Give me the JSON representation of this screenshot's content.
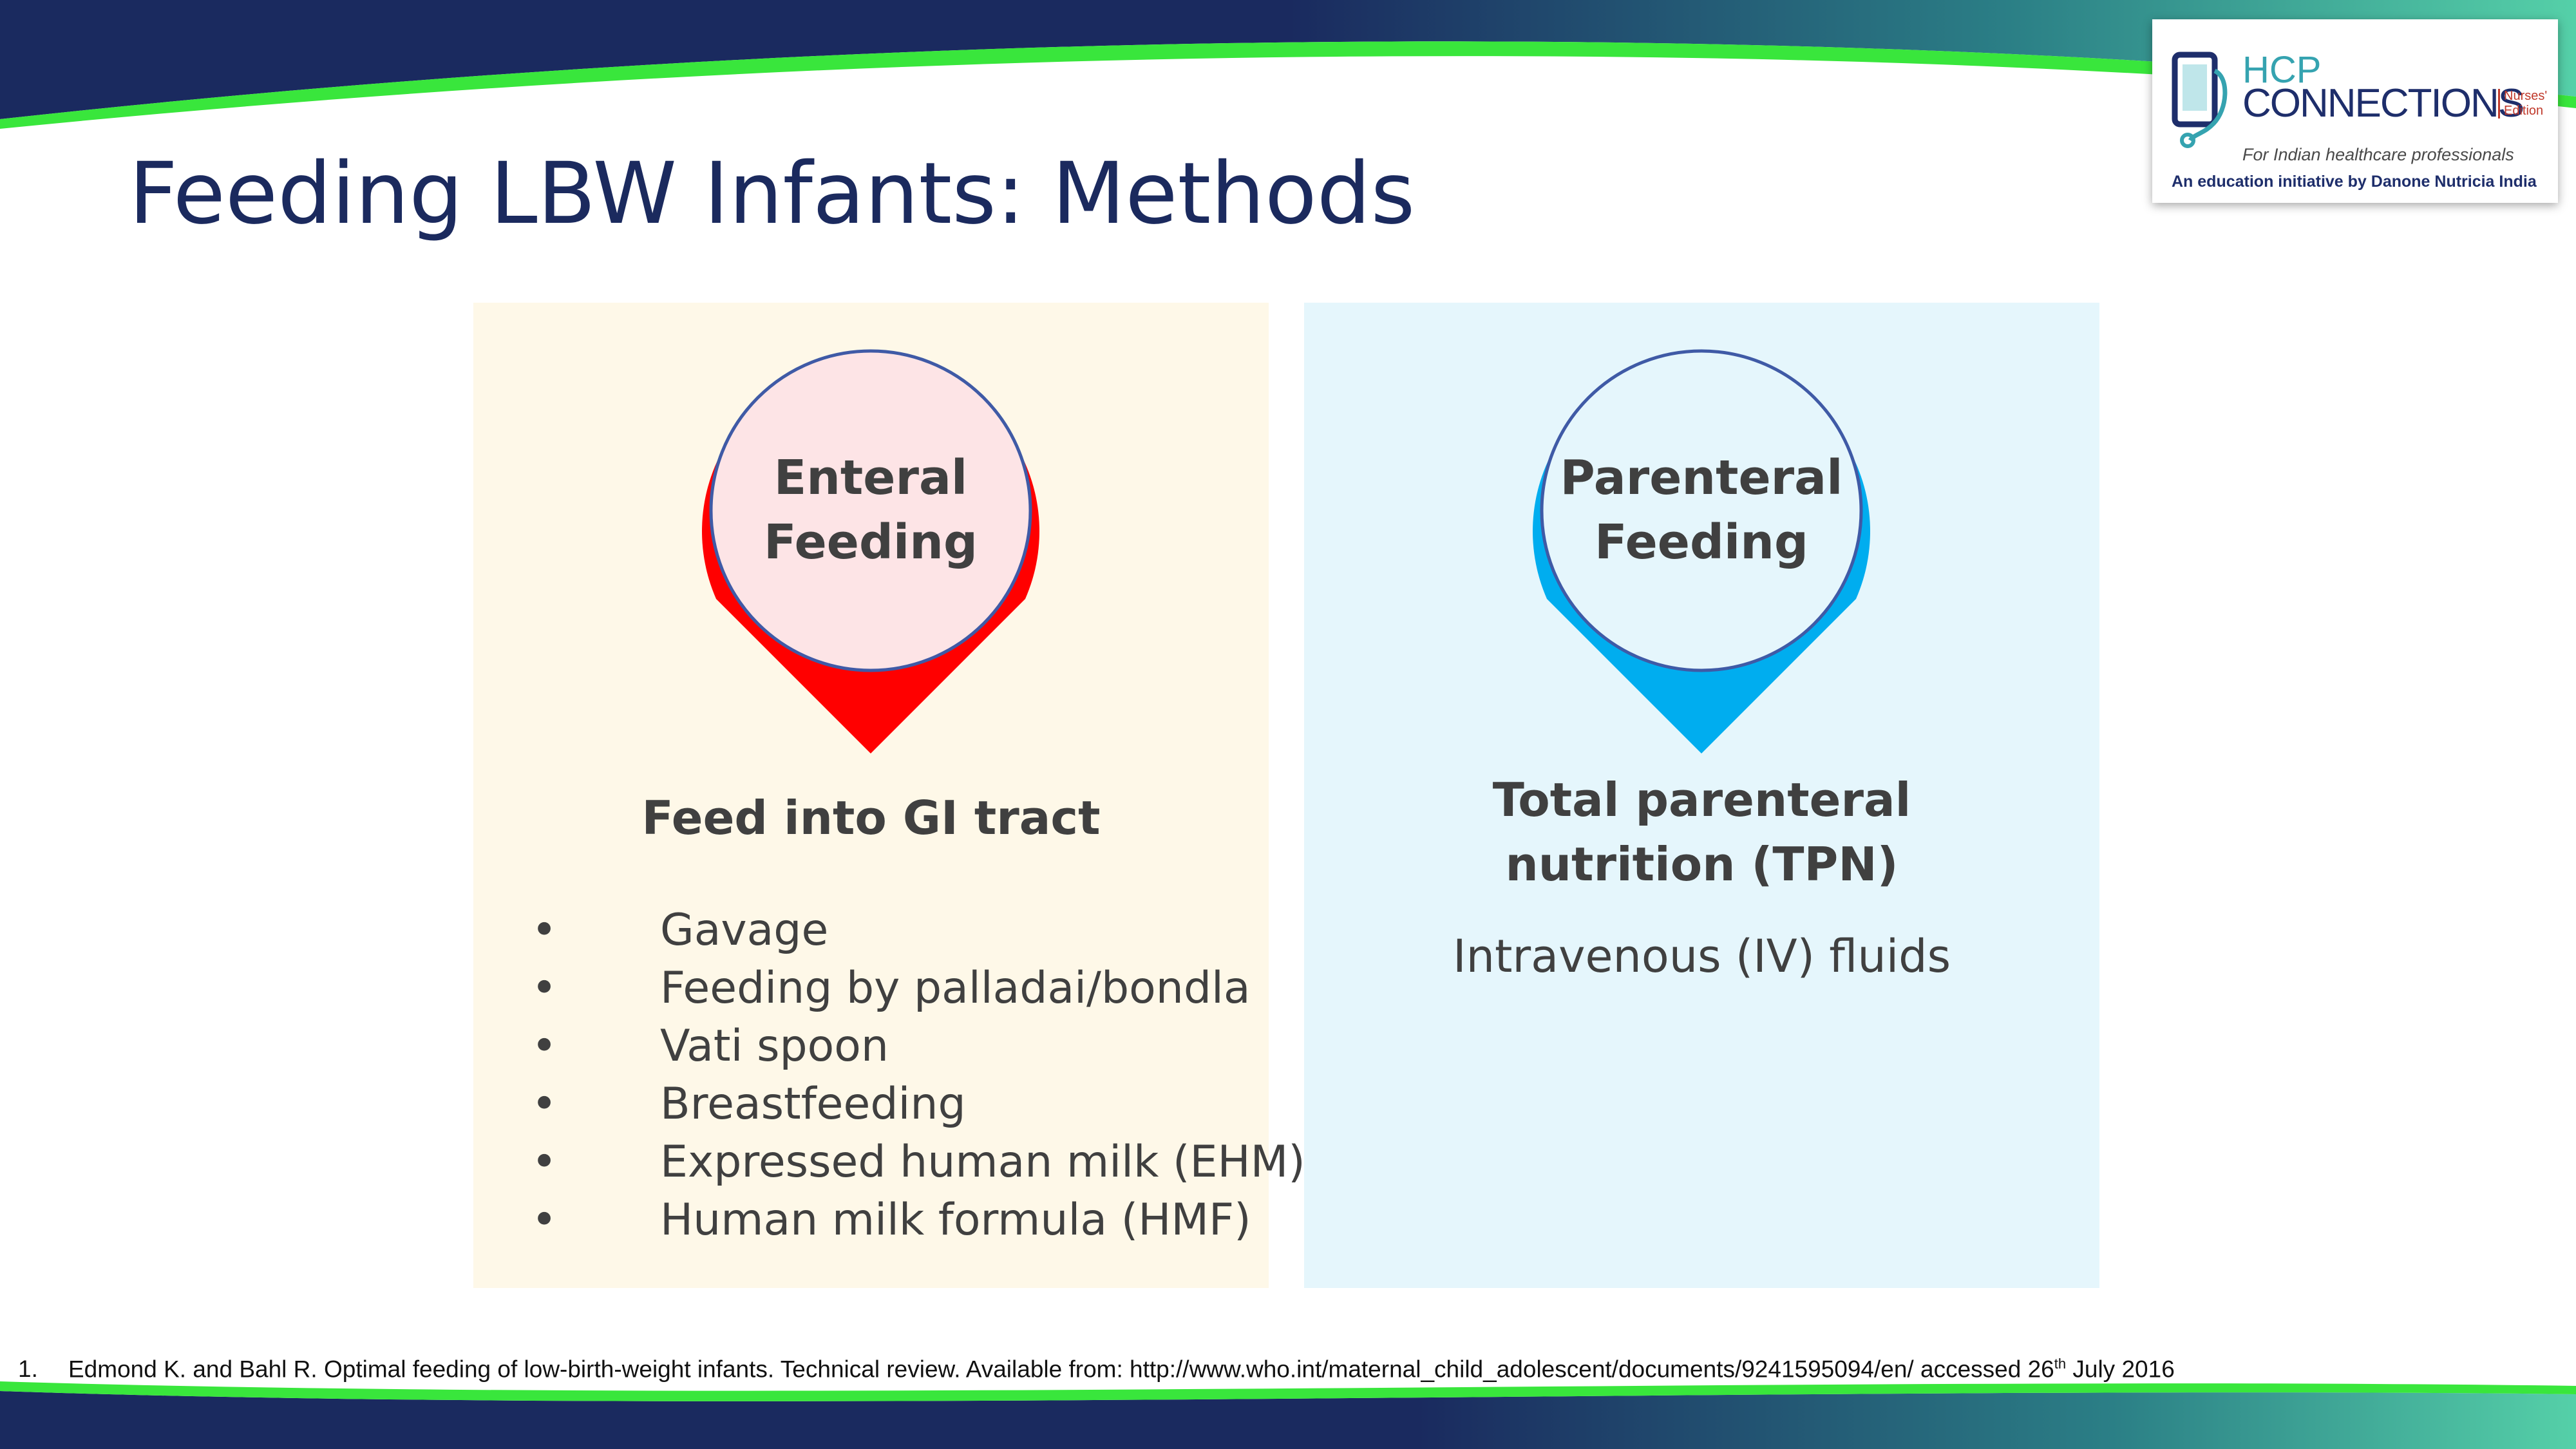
{
  "slide": {
    "title": "Feeding LBW Infants: Methods"
  },
  "logo": {
    "hcp": "HCP",
    "connections": "CONNECTIONS",
    "edition_line1": "Nurses'",
    "edition_line2": "Edition",
    "tagline": "For Indian healthcare professionals",
    "initiative": "An education initiative by Danone Nutricia India"
  },
  "enteral": {
    "pin_line1": "Enteral",
    "pin_line2": "Feeding",
    "heading": "Feed into GI tract",
    "items": [
      "Gavage",
      "Feeding by palladai/bondla",
      "Vati spoon",
      "Breastfeeding",
      "Expressed human milk (EHM)",
      "Human milk formula (HMF)"
    ]
  },
  "parenteral": {
    "pin_line1": "Parenteral",
    "pin_line2": "Feeding",
    "heading_line1": "Total parenteral",
    "heading_line2": "nutrition (TPN)",
    "subtext": "Intravenous (IV) fluids"
  },
  "footnote": {
    "number": "1.",
    "text": "Edmond K. and Bahl R. Optimal feeding of low-birth-weight infants.  Technical review.  Available from: http://www.who.int/maternal_child_adolescent/documents/9241595094/en/  accessed 26",
    "superscript": "th",
    "suffix": " July 2016"
  },
  "colors": {
    "navy": "#1b2a5e",
    "green_accent": "#39e63c",
    "teal": "#4cc6a0",
    "enteral_red": "#ff0000",
    "enteral_fill": "#fde4e6",
    "parenteral_blue": "#00adef",
    "parenteral_fill": "#e5f6fc",
    "enteral_panel": "#fef8e8",
    "text_gray": "#404040"
  }
}
